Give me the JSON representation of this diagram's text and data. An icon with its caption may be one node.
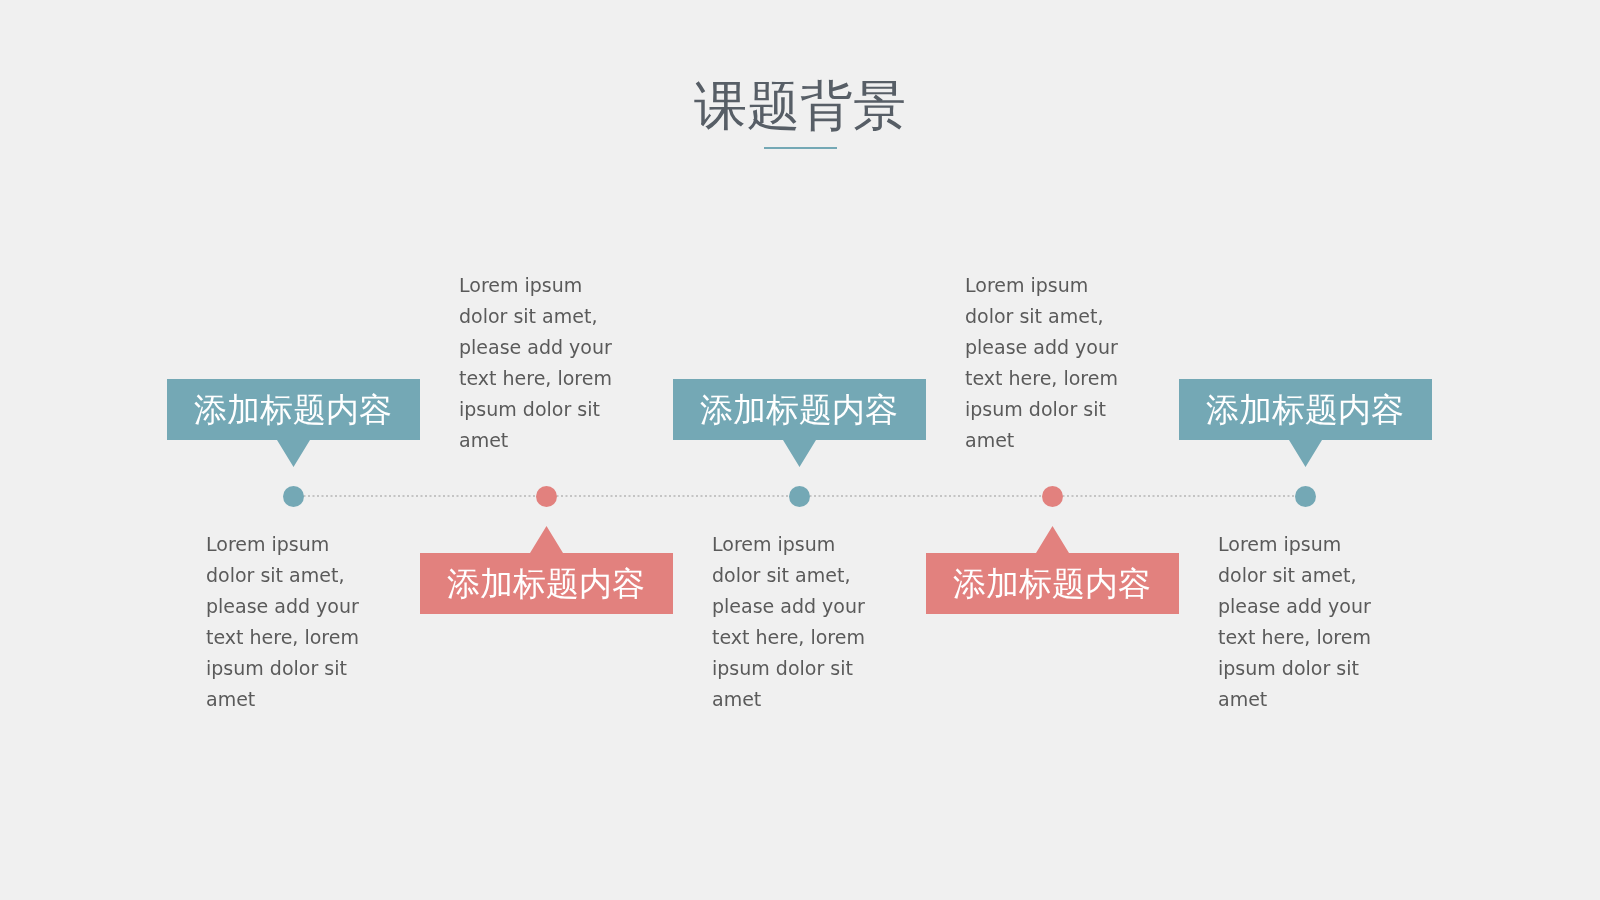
{
  "diagram": {
    "title": "课题背景",
    "nodes": [
      {
        "text": [
          "添加标题内容"
        ]
      },
      {
        "text": [
          "添加标题内容"
        ]
      },
      {
        "text": [
          "添加标题内容"
        ]
      },
      {
        "text": [
          "添加标题内容"
        ]
      },
      {
        "text": [
          "添加标题内容"
        ]
      },
      {
        "text": [],
        "shape": "circle",
        "beside": [
          "Lorem ipsum dolor sit amet, please add your text here, lorem ipsum dolor sit amet"
        ]
      },
      {
        "text": [],
        "shape": "circle",
        "beside": [
          "Lorem ipsum dolor sit amet, please add your text here, lorem ipsum dolor sit amet"
        ]
      },
      {
        "text": [],
        "shape": "circle",
        "beside": [
          "Lorem ipsum dolor sit amet, please add your text here, lorem ipsum dolor sit amet"
        ]
      },
      {
        "text": [],
        "shape": "circle",
        "beside": [
          "Lorem ipsum dolor sit amet, please add your text here, lorem ipsum dolor sit amet"
        ]
      },
      {
        "text": [],
        "shape": "circle",
        "beside": [
          "Lorem ipsum dolor sit amet, please add your text here, lorem ipsum dolor sit amet"
        ]
      }
    ],
    "edges": [
      {
        "from": 5,
        "to": 6,
        "arrow": "none",
        "style": "dashed"
      },
      {
        "from": 6,
        "to": 7,
        "arrow": "none",
        "style": "dashed"
      },
      {
        "from": 7,
        "to": 8,
        "arrow": "none",
        "style": "dashed"
      },
      {
        "from": 8,
        "to": 9,
        "arrow": "none",
        "style": "dashed"
      }
    ]
  }
}
